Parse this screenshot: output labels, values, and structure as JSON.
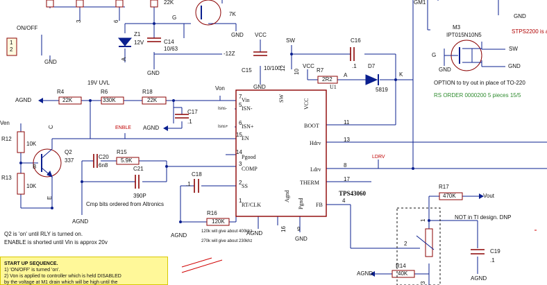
{
  "components": {
    "u1": {
      "ref": "U1",
      "part": "TPS43060",
      "pins_left": [
        {
          "num": "7",
          "name": "Vin"
        },
        {
          "num": "5",
          "name": "ISN-"
        },
        {
          "num": "6",
          "name": "ISN+"
        },
        {
          "num": "15",
          "name": "EN"
        },
        {
          "num": "14",
          "name": "Pgood"
        },
        {
          "num": "3",
          "name": "COMP"
        },
        {
          "num": "2",
          "name": "SS"
        },
        {
          "num": "1",
          "name": "RT/CLK"
        }
      ],
      "pins_right": [
        {
          "num": "11",
          "name": "BOOT"
        },
        {
          "num": "13",
          "name": "Hdrv"
        },
        {
          "num": "8",
          "name": "Ldrv"
        },
        {
          "num": "17",
          "name": "THERM"
        },
        {
          "num": "4",
          "name": "FB"
        }
      ],
      "pins_top": [
        {
          "num": "12",
          "name": "SW"
        },
        {
          "num": "10",
          "name": "VCC"
        }
      ],
      "pins_bottom": [
        {
          "num": "16",
          "name": "Agnd"
        },
        {
          "num": "9",
          "name": "Pgnd"
        }
      ]
    },
    "r4": {
      "ref": "R4",
      "value": "22K"
    },
    "r6": {
      "ref": "R6",
      "value": "330K"
    },
    "r18": {
      "ref": "R18",
      "value": "22K"
    },
    "r7": {
      "ref": "R7",
      "value": "2R2"
    },
    "r12": {
      "ref": "R12",
      "value": "10K"
    },
    "r13": {
      "ref": "R13",
      "value": "10K"
    },
    "r15": {
      "ref": "R15",
      "value": "5.9K"
    },
    "r16": {
      "ref": "R16",
      "value": "120K"
    },
    "r17": {
      "ref": "R17",
      "value": "470K"
    },
    "r14": {
      "ref": "R14",
      "value": "40K"
    },
    "c14": {
      "ref": "C14",
      "value": "10/63"
    },
    "c15": {
      "ref": "C15",
      "value": "10/100"
    },
    "c16": {
      "ref": "C16",
      "value": ".1"
    },
    "c17": {
      "ref": "C17",
      "value": ".1"
    },
    "c18": {
      "ref": "C18",
      "value": ".1"
    },
    "c19": {
      "ref": "C19",
      "value": ".1"
    },
    "c20": {
      "ref": "C20",
      "value": "6n8"
    },
    "c21": {
      "ref": "C21",
      "value": "390P"
    },
    "d7": {
      "ref": "D7",
      "value": "5819"
    },
    "z1": {
      "ref": "Z1",
      "value": "12V"
    },
    "q2": {
      "ref": "Q2",
      "value": "337"
    },
    "m3": {
      "ref": "M3",
      "value": "IPT015N10N5"
    },
    "top_r": {
      "value": "22K"
    },
    "top_q": {
      "value": "7K"
    }
  },
  "labels": {
    "agnd": "AGND",
    "gnd": "GND",
    "vcc": "VCC",
    "sw": "SW",
    "vout": "Vout",
    "von": "Von",
    "ven": "Ven",
    "enble": "ENBLE",
    "ldrv": "LDRV",
    "isn_minus": "Isns-",
    "isn_plus": "Isns+",
    "minus12": "-12Z",
    "gm1": "GM1",
    "onoff": "ON/OFF",
    "uvlo": "19V UVL",
    "a": "A",
    "k": "K",
    "g": "G",
    "b": "B",
    "c": "C",
    "e": "E",
    "conn_pin1": "1",
    "conn_pin2": "2",
    "n3": "3",
    "n6": "6",
    "pot1": "1",
    "pot2": "2",
    "pot3": "3"
  },
  "notes": {
    "cmp_bits": "Cmp bits ordered from Altronics",
    "q2_on": "Q2 is 'on' until RLY is turned on.",
    "enable_short": "ENABLE is shorted until Vin is approx 20v",
    "freq1": "120k will give about 400khz",
    "freq2": "270k will give about 230khz",
    "not_ti": "NOT in TI design. DNP",
    "option": "OPTION to try out in place of TO-220",
    "rs_order": "RS ORDER 0000200 5 pieces 15/5",
    "stps": "STPS2200 is a",
    "startup_title": "START UP SEQUENCE.",
    "startup_1": "1) 'ON/OFF' is turned 'on'.",
    "startup_2": "2) Von is applied to controller which is held DISABLED",
    "startup_3": "by the voltage at M1 drain which will be high until the"
  },
  "colors": {
    "wire": "#0a1f8f",
    "body": "#8b0000",
    "pin": "#8b0000",
    "note_bg": "#fff899",
    "red_text": "#b00000",
    "green_text": "#2e8b2e",
    "net_text": "#c00000"
  }
}
